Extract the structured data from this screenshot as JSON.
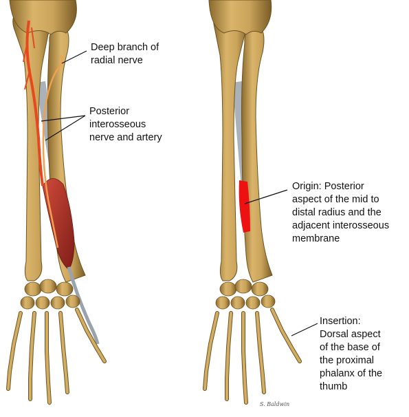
{
  "labels": {
    "deep_branch": "Deep branch of\nradial nerve",
    "posterior_interosseous": "Posterior\ninterosseous\nnerve and artery",
    "origin": "Origin: Posterior\naspect of the mid to\ndistal radius and the\nadjacent interosseous\nmembrane",
    "insertion": "Insertion:\nDorsal aspect\nof the base of\nthe proximal\nphalanx of the\nthumb"
  },
  "signature": "S. Baldwin",
  "colors": {
    "bone": "#c9a35a",
    "bone_shadow": "#8a6a2e",
    "membrane": "#9aa3ad",
    "muscle": "#b0322a",
    "muscle_origin": "#ee1111",
    "nerve": "#e8481e",
    "nerve_outline": "#f0a050",
    "leader": "#111111"
  }
}
